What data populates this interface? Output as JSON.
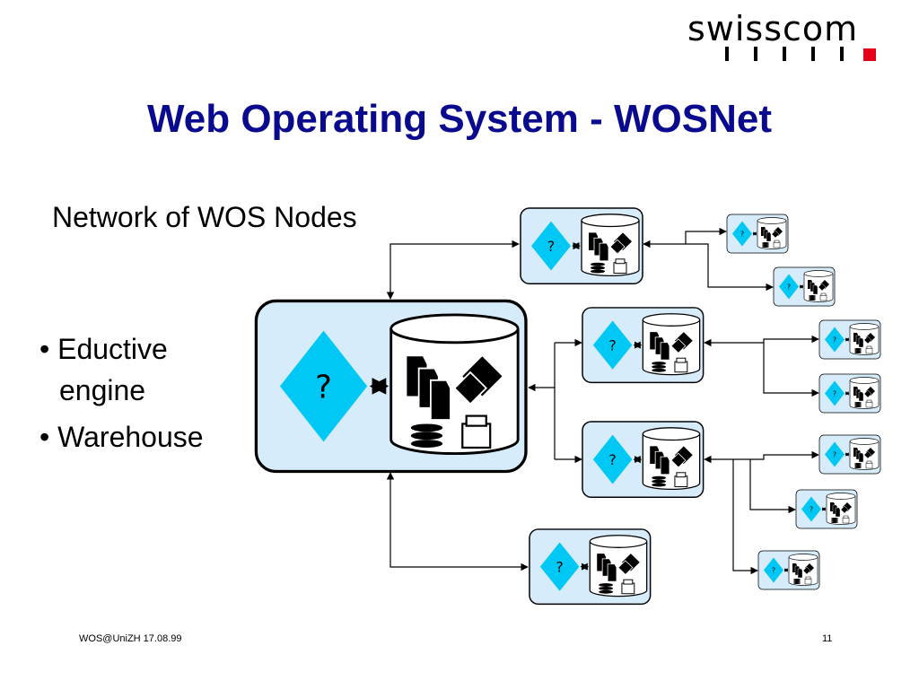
{
  "brand": {
    "name": "swisscom",
    "bar_color": "#000000",
    "accent_color": "#e2001a"
  },
  "slide": {
    "title": "Web Operating System - WOSNet",
    "subtitle": "Network of WOS Nodes",
    "bullets": [
      "• Eductive",
      "engine",
      "• Warehouse"
    ]
  },
  "node": {
    "symbol": "?",
    "icons": [
      "diamond-question-icon",
      "database-cylinder-icon",
      "documents-stack-icon",
      "diamond-cluster-icon",
      "disk-stack-icon",
      "printer-icon"
    ]
  },
  "colors": {
    "title": "#0a0a8f",
    "node_fill": "#d6ecfb",
    "diamond": "#00c8f5"
  },
  "footer": {
    "left": "WOS@UniZH 17.08.99",
    "right": "11"
  }
}
